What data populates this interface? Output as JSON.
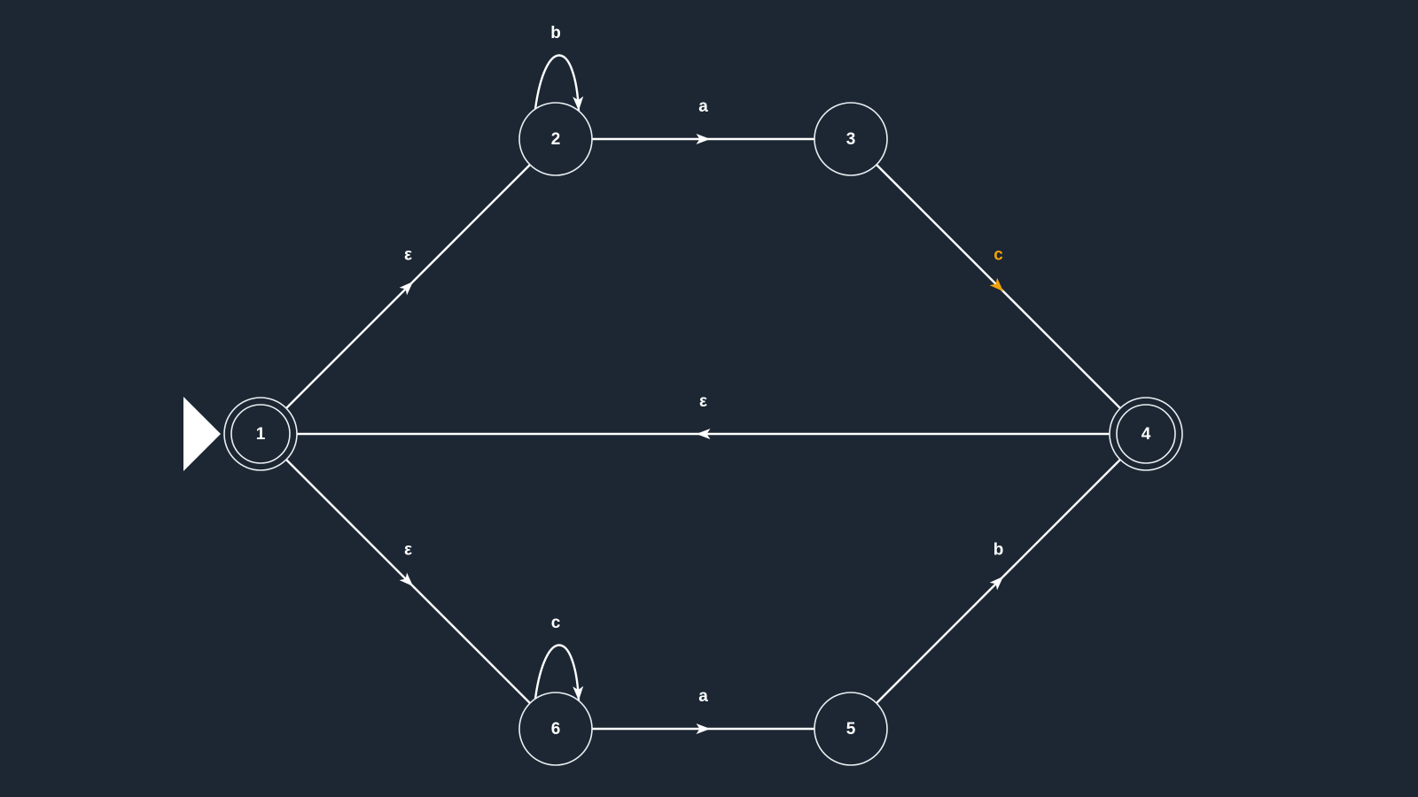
{
  "colors": {
    "background": "#1c2733",
    "edge": "#ffffff",
    "highlight": "#f0a30a",
    "node_stroke": "#e9eef2"
  },
  "states": [
    {
      "id": "1",
      "label": "1",
      "accepting": true,
      "initial": true
    },
    {
      "id": "2",
      "label": "2",
      "accepting": false
    },
    {
      "id": "3",
      "label": "3",
      "accepting": false
    },
    {
      "id": "4",
      "label": "4",
      "accepting": true
    },
    {
      "id": "5",
      "label": "5",
      "accepting": false
    },
    {
      "id": "6",
      "label": "6",
      "accepting": false
    }
  ],
  "transitions": [
    {
      "from": "1",
      "to": "2",
      "label": "ε",
      "highlighted": false
    },
    {
      "from": "2",
      "to": "2",
      "label": "b",
      "highlighted": false
    },
    {
      "from": "2",
      "to": "3",
      "label": "a",
      "highlighted": false
    },
    {
      "from": "3",
      "to": "4",
      "label": "c",
      "highlighted": true
    },
    {
      "from": "4",
      "to": "1",
      "label": "ε",
      "highlighted": false
    },
    {
      "from": "1",
      "to": "6",
      "label": "ε",
      "highlighted": false
    },
    {
      "from": "6",
      "to": "6",
      "label": "c",
      "highlighted": false
    },
    {
      "from": "6",
      "to": "5",
      "label": "a",
      "highlighted": false
    },
    {
      "from": "5",
      "to": "4",
      "label": "b",
      "highlighted": false
    }
  ]
}
